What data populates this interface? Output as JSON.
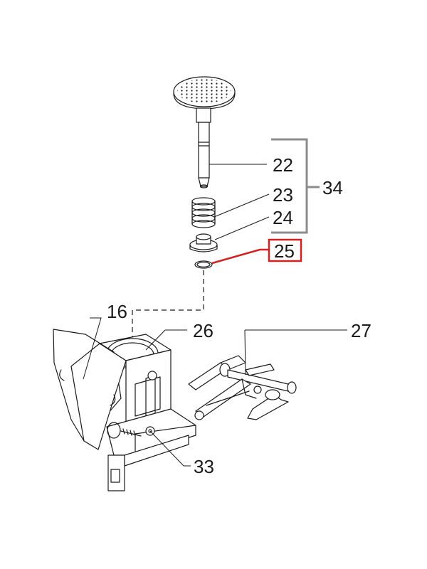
{
  "labels": {
    "p22": "22",
    "p23": "23",
    "p24": "24",
    "p25": "25",
    "p34": "34",
    "p16": "16",
    "p26": "26",
    "p27": "27",
    "p33": "33"
  },
  "colors": {
    "highlight": "#d42020",
    "bracket": "#8c8c8c",
    "line": "#1a1a1a"
  }
}
